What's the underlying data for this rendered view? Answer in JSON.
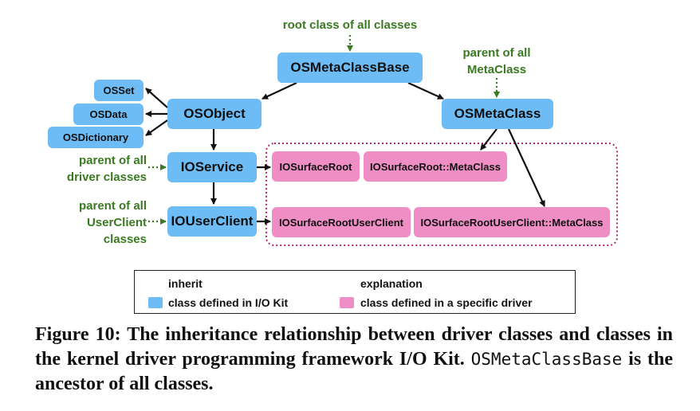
{
  "nodes": {
    "osmetaclassbase": "OSMetaClassBase",
    "osobject": "OSObject",
    "osmetaclass": "OSMetaClass",
    "osset": "OSSet",
    "osdata": "OSData",
    "osdictionary": "OSDictionary",
    "ioservice": "IOService",
    "iouserclient": "IOUserClient",
    "iosurfaceroot": "IOSurfaceRoot",
    "iosurfaceroot_metaclass": "IOSurfaceRoot::MetaClass",
    "iosurfacerootuserclient": "IOSurfaceRootUserClient",
    "iosurfacerootuserclient_metaclass": "IOSurfaceRootUserClient::MetaClass"
  },
  "notes": {
    "root": "root class of all classes",
    "metaclass_line1": "parent of all",
    "metaclass_line2": "MetaClass",
    "driver_line1": "parent of all",
    "driver_line2": "driver classes",
    "userclient_line1": "parent of all",
    "userclient_line2": "UserClient",
    "userclient_line3": "classes"
  },
  "legend": {
    "inherit": "inherit",
    "explanation": "explanation",
    "iokit": "class defined in I/O Kit",
    "driver": "class defined in a specific driver"
  },
  "caption": {
    "text1": "Figure 10: The inheritance relationship between driver classes and classes in the kernel driver programming framework I/O Kit. ",
    "code": "OSMetaClassBase",
    "text2": " is the ancestor of all classes."
  },
  "colors": {
    "iokit_blue": "#6ebcf5",
    "driver_pink": "#ee8ec4",
    "explanation_green": "#3a7a22",
    "group_border": "#b02a6e"
  }
}
